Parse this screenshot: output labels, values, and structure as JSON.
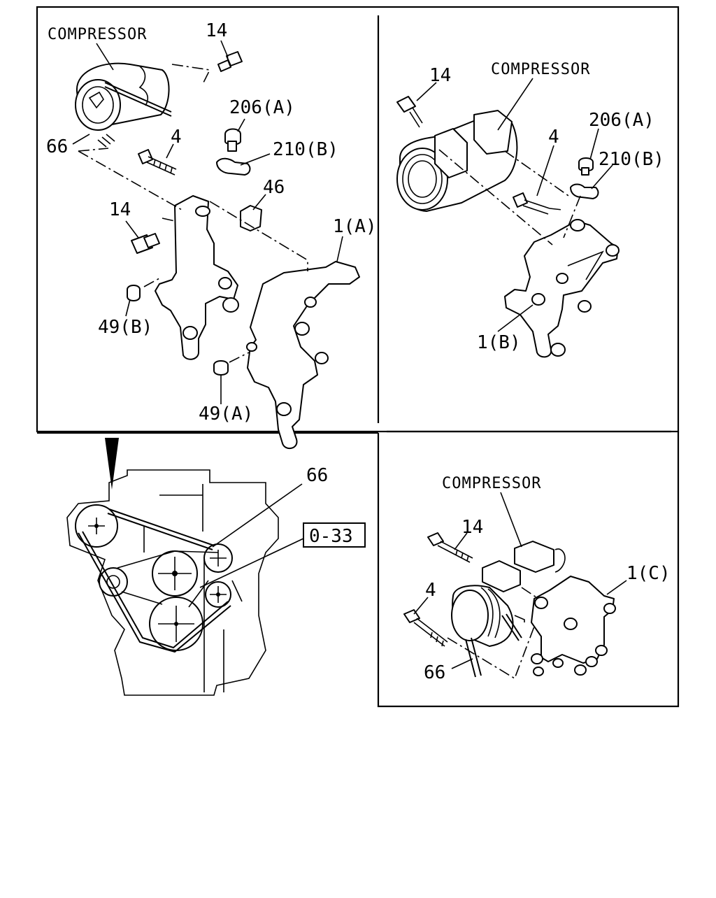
{
  "panels": {
    "top_left": {
      "labels": {
        "compressor": "COMPRESSOR",
        "p14a": "14",
        "p206a": "206(A)",
        "p66": "66",
        "p4": "4",
        "p210b": "210(B)",
        "p46": "46",
        "p14b": "14",
        "p1a": "1(A)",
        "p49b": "49(B)",
        "p49a": "49(A)"
      }
    },
    "top_right": {
      "labels": {
        "p14": "14",
        "compressor": "COMPRESSOR",
        "p206a": "206(A)",
        "p4": "4",
        "p210b": "210(B)",
        "p1b": "1(B)"
      }
    },
    "bottom_left": {
      "labels": {
        "p66": "66",
        "ref": "0-33"
      }
    },
    "bottom_right": {
      "labels": {
        "compressor": "COMPRESSOR",
        "p14": "14",
        "p1c": "1(C)",
        "p4": "4",
        "p66": "66"
      }
    }
  }
}
